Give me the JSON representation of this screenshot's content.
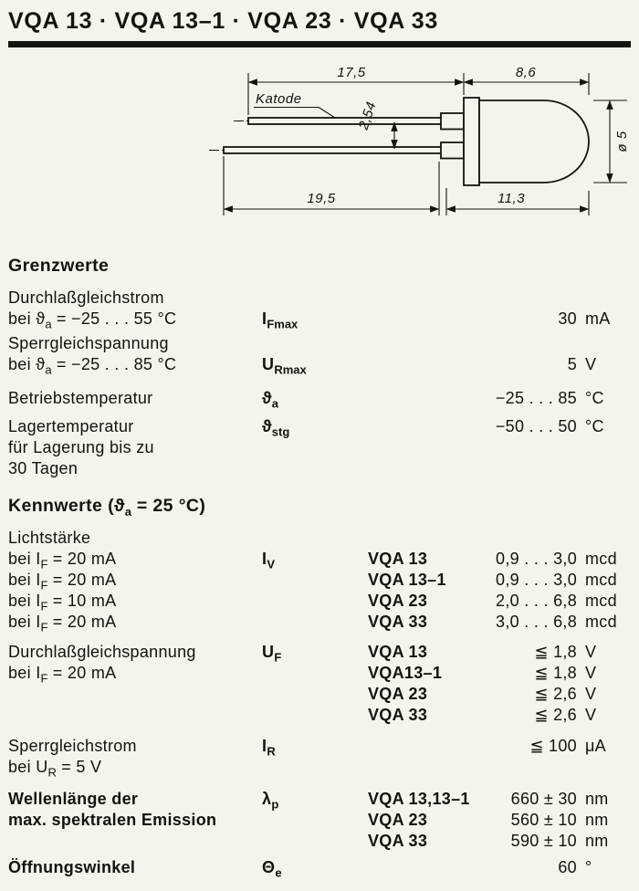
{
  "colors": {
    "paper": "#f5f3ec",
    "ink": "#16130f"
  },
  "title": "VQA 13 · VQA 13–1 · VQA 23 · VQA 33",
  "drawing": {
    "katode": "Katode",
    "dim_lead_top": "17,5",
    "dim_body_top": "8,6",
    "dim_pitch": "2,54",
    "dim_lead_bottom": "19,5",
    "dim_body_bottom": "11,3",
    "dim_diameter": "ø 5"
  },
  "grenzwerte": {
    "heading": "Grenzwerte",
    "rows": [
      {
        "label": "Durchlaßgleichstrom"
      },
      {
        "label_pre": "bei ϑ",
        "label_sub": "a",
        "label_post": " = −25 . . . 55 °C",
        "sym": "I",
        "sym_sub": "Fmax",
        "value": "30",
        "unit": "mA"
      },
      {
        "label": "Sperrgleichspannung"
      },
      {
        "label_pre": "bei ϑ",
        "label_sub": "a",
        "label_post": " = −25 . . . 85 °C",
        "sym": "U",
        "sym_sub": "Rmax",
        "value": "5",
        "unit": "V"
      },
      {
        "label": "Betriebstemperatur",
        "sym": "ϑ",
        "sym_sub": "a",
        "value": "−25 . . . 85",
        "unit": "°C"
      },
      {
        "label": "Lagertemperatur",
        "sym": "ϑ",
        "sym_sub": "stg",
        "value": "−50 . . . 50",
        "unit": "°C"
      },
      {
        "label": "für Lagerung bis zu"
      },
      {
        "label": "30 Tagen"
      }
    ]
  },
  "kennwerte": {
    "heading": "Kennwerte",
    "heading_cond_pre": " (ϑ",
    "heading_cond_sub": "a",
    "heading_cond_post": " = 25 °C)",
    "rows": [
      {
        "label": "Lichtstärke"
      },
      {
        "label_pre": "bei I",
        "label_sub": "F",
        "label_post": " = 20 mA",
        "sym": "I",
        "sym_sub": "V",
        "type": "VQA 13",
        "value": "0,9 . . . 3,0",
        "unit": "mcd"
      },
      {
        "label_pre": "bei I",
        "label_sub": "F",
        "label_post": " = 20 mA",
        "type": "VQA 13–1",
        "value": "0,9 . . . 3,0",
        "unit": "mcd"
      },
      {
        "label_pre": "bei I",
        "label_sub": "F",
        "label_post": " = 10 mA",
        "type": "VQA 23",
        "value": "2,0 . . . 6,8",
        "unit": "mcd"
      },
      {
        "label_pre": "bei I",
        "label_sub": "F",
        "label_post": " = 20 mA",
        "type": "VQA 33",
        "value": "3,0 . . . 6,8",
        "unit": "mcd"
      },
      {
        "label": "Durchlaßgleichspannung",
        "sym": "U",
        "sym_sub": "F",
        "type": "VQA 13",
        "value": "≦ 1,8",
        "unit": "V"
      },
      {
        "label_pre": "bei I",
        "label_sub": "F",
        "label_post": " = 20 mA",
        "type": "VQA13–1",
        "value": "≦ 1,8",
        "unit": "V"
      },
      {
        "type": "VQA 23",
        "value": "≦ 2,6",
        "unit": "V"
      },
      {
        "type": "VQA 33",
        "value": "≦ 2,6",
        "unit": "V"
      },
      {
        "label": "Sperrgleichstrom",
        "sym": "I",
        "sym_sub": "R",
        "value": "≦ 100",
        "unit": "μA"
      },
      {
        "label_pre": "bei U",
        "label_sub": "R",
        "label_post": " = 5 V"
      },
      {
        "label": "Wellenlänge der",
        "sym": "λ",
        "sym_sub": "p",
        "type": "VQA 13,13–1",
        "value": "660 ± 30",
        "unit": "nm"
      },
      {
        "label": "max. spektralen Emission",
        "type": "VQA 23",
        "value": "560 ± 10",
        "unit": "nm"
      },
      {
        "type": "VQA 33",
        "value": "590 ± 10",
        "unit": "nm"
      },
      {
        "label": "Öffnungswinkel",
        "sym": "Θ",
        "sym_sub": "e",
        "value": "60",
        "unit": "°"
      }
    ]
  }
}
